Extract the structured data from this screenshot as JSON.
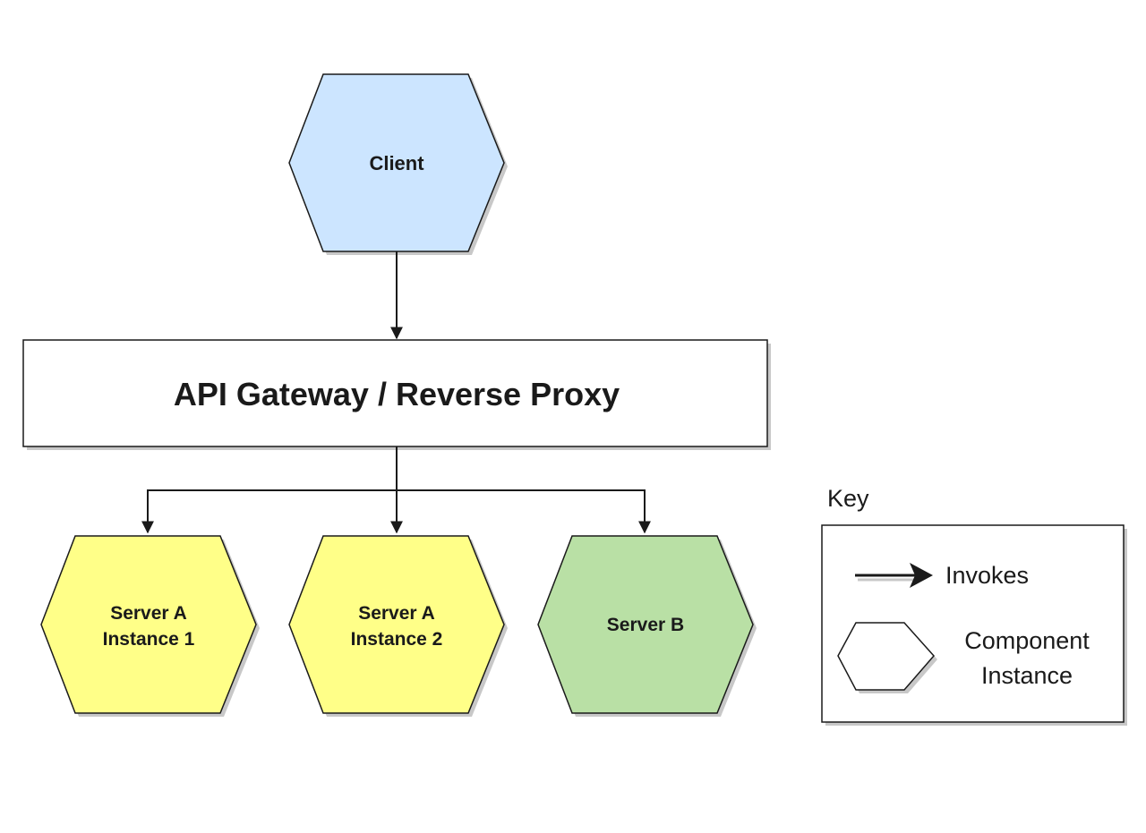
{
  "nodes": {
    "client": {
      "label": "Client",
      "fill": "#cce5ff"
    },
    "gateway": {
      "label": "API Gateway / Reverse Proxy",
      "fill": "#ffffff"
    },
    "server_a1": {
      "label_line1": "Server A",
      "label_line2": "Instance 1",
      "fill": "#ffff88"
    },
    "server_a2": {
      "label_line1": "Server A",
      "label_line2": "Instance 2",
      "fill": "#ffff88"
    },
    "server_b": {
      "label": "Server B",
      "fill": "#b9e0a5"
    }
  },
  "key": {
    "title": "Key",
    "invokes_label": "Invokes",
    "component_line1": "Component",
    "component_line2": "Instance"
  },
  "colors": {
    "stroke": "#1a1a1a",
    "shadow": "#c8c8c8"
  }
}
